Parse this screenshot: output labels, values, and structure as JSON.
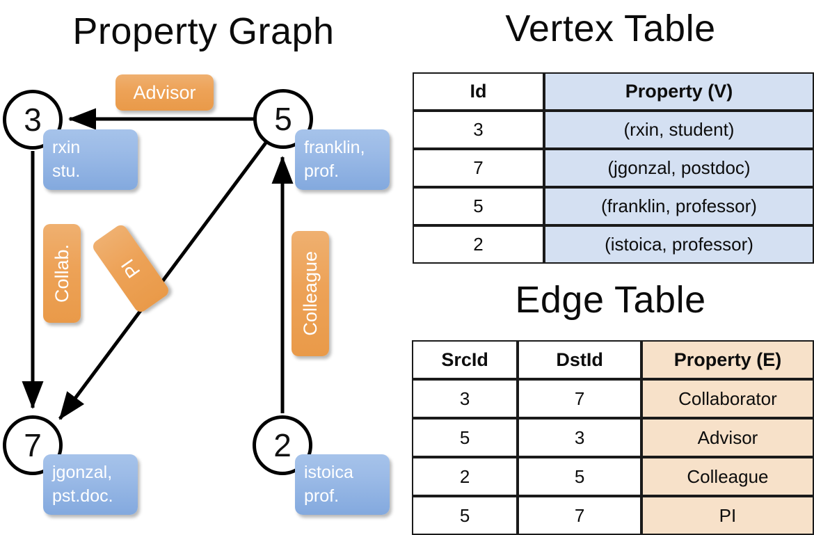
{
  "titles": {
    "property_graph": "Property Graph",
    "vertex_table": "Vertex Table",
    "edge_table": "Edge Table"
  },
  "graph": {
    "nodes": [
      {
        "id": "3",
        "property_line1": "rxin",
        "property_line2": "stu."
      },
      {
        "id": "5",
        "property_line1": "franklin,",
        "property_line2": "prof."
      },
      {
        "id": "7",
        "property_line1": "jgonzal,",
        "property_line2": "pst.doc."
      },
      {
        "id": "2",
        "property_line1": "istoica",
        "property_line2": "prof."
      }
    ],
    "edge_labels": {
      "advisor": "Advisor",
      "collab": "Collab.",
      "pi": "PI",
      "colleague": "Colleague"
    }
  },
  "vertex_table": {
    "headers": [
      "Id",
      "Property (V)"
    ],
    "rows": [
      {
        "id": "3",
        "property": "(rxin, student)"
      },
      {
        "id": "7",
        "property": "(jgonzal, postdoc)"
      },
      {
        "id": "5",
        "property": "(franklin, professor)"
      },
      {
        "id": "2",
        "property": "(istoica, professor)"
      }
    ]
  },
  "edge_table": {
    "headers": [
      "SrcId",
      "DstId",
      "Property (E)"
    ],
    "rows": [
      {
        "src": "3",
        "dst": "7",
        "property": "Collaborator"
      },
      {
        "src": "5",
        "dst": "3",
        "property": "Advisor"
      },
      {
        "src": "2",
        "dst": "5",
        "property": "Colleague"
      },
      {
        "src": "5",
        "dst": "7",
        "property": "PI"
      }
    ]
  },
  "colors": {
    "node_blue_box": "#9cbbe7",
    "edge_orange_box": "#eda257",
    "vertex_cell_blue": "#d4e0f2",
    "edge_cell_peach": "#f7e1c9",
    "stroke": "#000000"
  }
}
